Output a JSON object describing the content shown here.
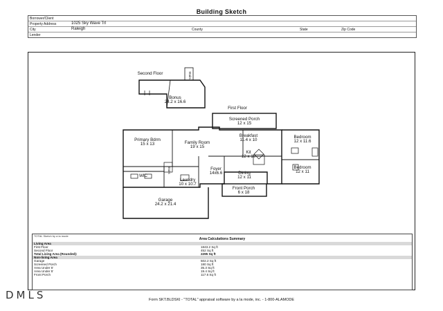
{
  "title": "Building Sketch",
  "header": {
    "borrower_label": "Borrower/Client",
    "address_label": "Property Address",
    "address_value": "1025 Sky Wave Trl",
    "city_label": "City",
    "city_value": "Raleigh",
    "county_label": "County",
    "state_label": "State",
    "zip_label": "Zip Code",
    "lender_label": "Lender"
  },
  "plan": {
    "second_floor": "Second Floor",
    "bonus": "Bonus",
    "bonus_dim": "24.2 x 16.6",
    "first_floor": "First Floor",
    "screened_porch": "Screened Porch",
    "screened_porch_dim": "12 x 15",
    "breakfast": "Breakfast",
    "breakfast_dim": "11.4 x 10",
    "bedroom1": "Bedroom",
    "bedroom1_dim": "12 x 11.6",
    "bedroom2": "Bedroom",
    "bedroom2_dim": "12 x 11",
    "primary": "Primary Bdrm",
    "primary_dim": "15 x 13",
    "family": "Family Room",
    "family_dim": "19 x 15",
    "kit": "Kit",
    "kit_dim": "12 x 10",
    "foyer": "Foyer",
    "foyer_dim": "14x6.6",
    "dining": "Dining",
    "dining_dim": "12 x 11",
    "wic": "WIC",
    "laundry": "Laundry",
    "laundry_dim": "10 x 10.7",
    "front_porch": "Front Porch",
    "front_porch_dim": "6 x 18",
    "garage": "Garage",
    "garage_dim": "24.2 x 21.4",
    "stairs": "Stairs"
  },
  "area": {
    "caption": "TOTAL Sketch by a la mode",
    "heading": "Area Calculations Summary",
    "rows": [
      {
        "k": "Living Area",
        "v": "",
        "style": "band"
      },
      {
        "k": "First Floor",
        "v": "1843.2 Sq ft",
        "style": ""
      },
      {
        "k": "Second Floor",
        "v": "452 Sq ft",
        "style": ""
      },
      {
        "k": "Total Living Area (Rounded):",
        "v": "2295 Sq ft",
        "style": "strong"
      },
      {
        "k": "Non-living Area",
        "v": "",
        "style": "band"
      },
      {
        "k": "Garage",
        "v": "502.2 Sq ft",
        "style": ""
      },
      {
        "k": "Screened Porch",
        "v": "180 Sq ft",
        "style": ""
      },
      {
        "k": "Area Under 5'",
        "v": "35.3 Sq ft",
        "style": ""
      },
      {
        "k": "Area Under 5'",
        "v": "19.4 Sq ft",
        "style": ""
      },
      {
        "k": "Front Porch",
        "v": "117.6 Sq ft",
        "style": ""
      }
    ]
  },
  "logo": "DMLS",
  "footer": "Form SKT.BLDSKI - \"TOTAL\" appraisal software by a la mode, inc. - 1-800-ALAMODE"
}
